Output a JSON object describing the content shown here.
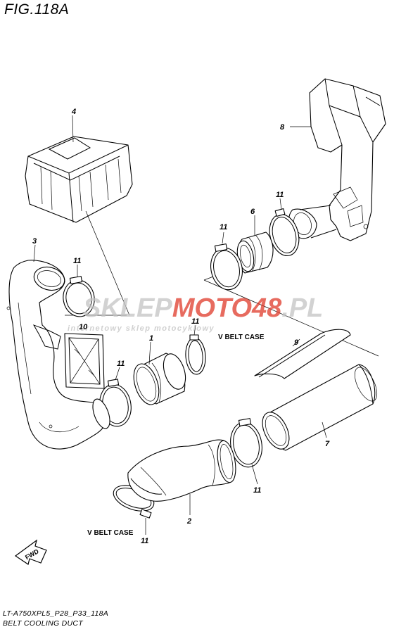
{
  "figure": {
    "title": "FIG.118A"
  },
  "callouts": [
    {
      "id": "c1",
      "number": "1"
    },
    {
      "id": "c2",
      "number": "2"
    },
    {
      "id": "c3",
      "number": "3"
    },
    {
      "id": "c4",
      "number": "4"
    },
    {
      "id": "c6",
      "number": "6"
    },
    {
      "id": "c7",
      "number": "7"
    },
    {
      "id": "c8",
      "number": "8"
    },
    {
      "id": "c9",
      "number": "9"
    },
    {
      "id": "c10",
      "number": "10"
    },
    {
      "id": "c11a",
      "number": "11"
    },
    {
      "id": "c11b",
      "number": "11"
    },
    {
      "id": "c11c",
      "number": "11"
    },
    {
      "id": "c11d",
      "number": "11"
    },
    {
      "id": "c11e",
      "number": "11"
    },
    {
      "id": "c11f",
      "number": "11"
    },
    {
      "id": "c11g",
      "number": "11"
    }
  ],
  "notes": {
    "v_belt_case_upper": "V BELT CASE",
    "v_belt_case_lower": "V BELT CASE"
  },
  "fwd_label": "FWD",
  "watermark": {
    "brand_part1": "SKLEP",
    "brand_part2": "MOTO",
    "brand_part3": "48",
    "brand_part4": ".PL",
    "tagline": "internetowy sklep motocyklowy"
  },
  "footer": {
    "code": "LT-A750XPL5_P28_P33_118A",
    "caption": "BELT COOLING DUCT"
  },
  "colors": {
    "watermark_red": "#e03a2a",
    "watermark_gray": "#c4c4c4",
    "ink": "#000000"
  }
}
